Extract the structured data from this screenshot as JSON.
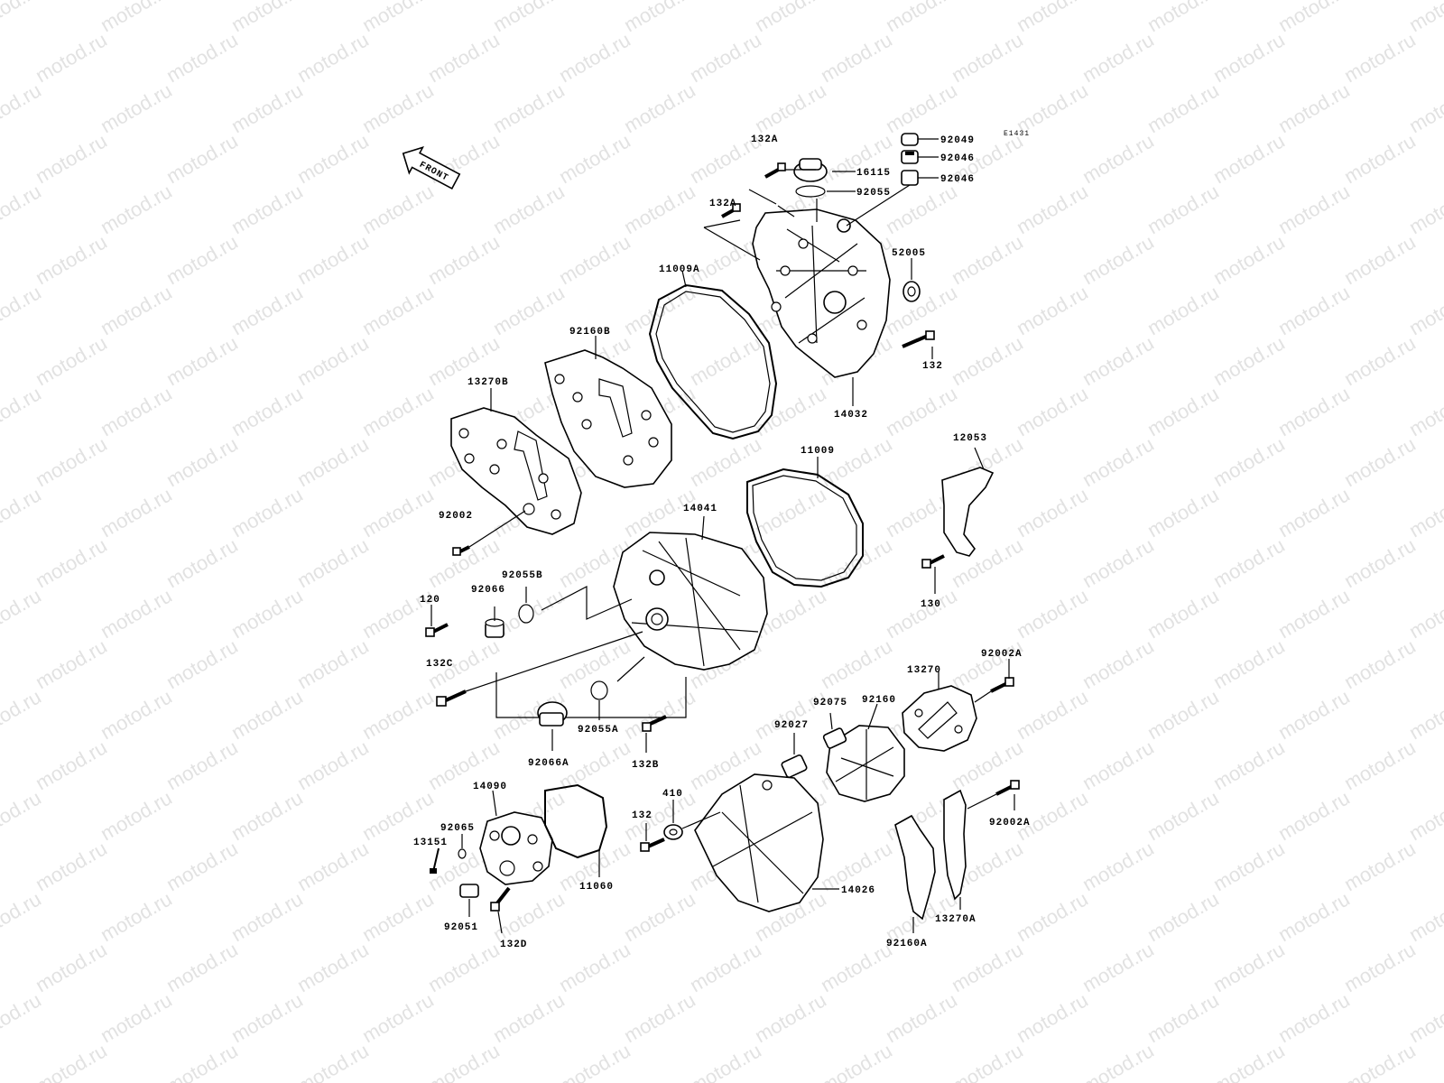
{
  "watermark": "motod.ru",
  "figure_code": "E1431",
  "front_label": "FRONT",
  "parts": [
    {
      "id": "132a-top",
      "label": "132A"
    },
    {
      "id": "132a-mid",
      "label": "132A"
    },
    {
      "id": "16115",
      "label": "16115"
    },
    {
      "id": "92055",
      "label": "92055"
    },
    {
      "id": "92049",
      "label": "92049"
    },
    {
      "id": "92046-a",
      "label": "92046"
    },
    {
      "id": "92046-b",
      "label": "92046"
    },
    {
      "id": "52005",
      "label": "52005"
    },
    {
      "id": "11009a",
      "label": "11009A"
    },
    {
      "id": "92160b",
      "label": "92160B"
    },
    {
      "id": "13270b",
      "label": "13270B"
    },
    {
      "id": "132-right",
      "label": "132"
    },
    {
      "id": "14032",
      "label": "14032"
    },
    {
      "id": "11009",
      "label": "11009"
    },
    {
      "id": "12053",
      "label": "12053"
    },
    {
      "id": "92002",
      "label": "92002"
    },
    {
      "id": "14041",
      "label": "14041"
    },
    {
      "id": "92055b",
      "label": "92055B"
    },
    {
      "id": "92066",
      "label": "92066"
    },
    {
      "id": "120",
      "label": "120"
    },
    {
      "id": "130",
      "label": "130"
    },
    {
      "id": "132c",
      "label": "132C"
    },
    {
      "id": "92002a-top",
      "label": "92002A"
    },
    {
      "id": "13270",
      "label": "13270"
    },
    {
      "id": "92075",
      "label": "92075"
    },
    {
      "id": "92160",
      "label": "92160"
    },
    {
      "id": "92027",
      "label": "92027"
    },
    {
      "id": "92055a",
      "label": "92055A"
    },
    {
      "id": "92066a",
      "label": "92066A"
    },
    {
      "id": "132b",
      "label": "132B"
    },
    {
      "id": "14090",
      "label": "14090"
    },
    {
      "id": "410",
      "label": "410"
    },
    {
      "id": "132-low",
      "label": "132"
    },
    {
      "id": "92065",
      "label": "92065"
    },
    {
      "id": "13151",
      "label": "13151"
    },
    {
      "id": "11060",
      "label": "11060"
    },
    {
      "id": "92002a-low",
      "label": "92002A"
    },
    {
      "id": "14026",
      "label": "14026"
    },
    {
      "id": "92051",
      "label": "92051"
    },
    {
      "id": "132d",
      "label": "132D"
    },
    {
      "id": "13270a",
      "label": "13270A"
    },
    {
      "id": "92160a",
      "label": "92160A"
    }
  ]
}
